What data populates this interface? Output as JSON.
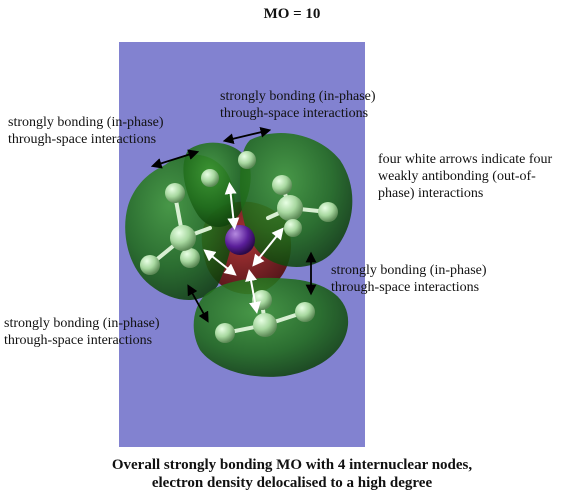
{
  "title": "MO = 10",
  "labels": {
    "top_center": "strongly bonding (in-phase)\nthrough-space interactions",
    "top_left": "strongly bonding (in-phase)\nthrough-space interactions",
    "right_top": "four white arrows indicate four\nweakly antibonding (out-of-\nphase) interactions",
    "right_mid": "strongly bonding (in-phase)\nthrough-space interactions",
    "bottom_left": "strongly bonding (in-phase)\nthrough-space interactions"
  },
  "caption_line1": "Overall strongly bonding MO with 4 internuclear nodes,",
  "caption_line2": "electron density delocalised to a high degree",
  "colors": {
    "background_panel": "#8282d0",
    "in_phase_lobe": "#1f6b1a",
    "out_of_phase_lobe": "#7a1c1c",
    "central_atom": "#5a1e9a",
    "carbon_atom": "#a8d8a0",
    "bonding_arrow": "#000000",
    "antibonding_arrow": "#ffffff"
  }
}
